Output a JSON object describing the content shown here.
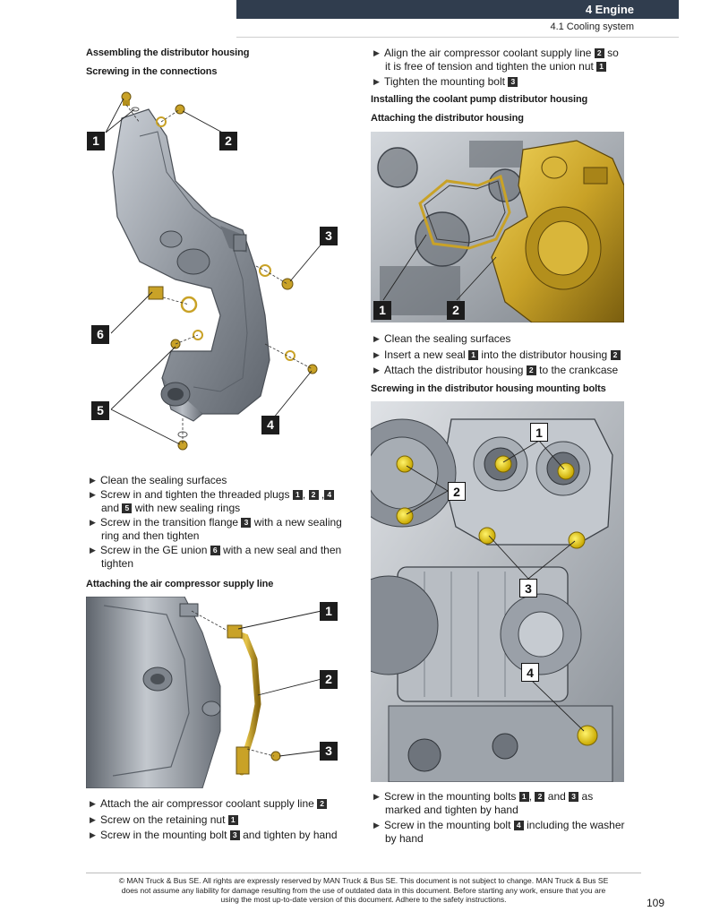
{
  "header": {
    "chapter": "4 Engine",
    "section": "4.1 Cooling system"
  },
  "left": {
    "heading1": "Assembling the distributor housing",
    "heading2": "Screwing in the connections",
    "fig1_callouts": [
      "1",
      "2",
      "3",
      "6",
      "5",
      "4"
    ],
    "steps1": {
      "s1": "Clean the sealing surfaces",
      "s2_a": "Screw in and tighten the threaded plugs",
      "s2_n1": "1",
      "s2_sep1": ",",
      "s2_n2": "2",
      "s2_sep2": ",",
      "s2_n3": "4",
      "s2_b": "and",
      "s2_n4": "5",
      "s2_c": "with new sealing rings",
      "s3_a": "Screw in the transition flange",
      "s3_n": "3",
      "s3_b": "with a new sealing",
      "s3_c": "ring and then tighten",
      "s4_a": "Screw in the GE union",
      "s4_n": "6",
      "s4_b": "with a new seal and then",
      "s4_c": "tighten"
    },
    "heading3": "Attaching the air compressor supply line",
    "fig2_callouts": [
      "1",
      "2",
      "3"
    ],
    "steps2": {
      "s1_a": "Attach the air compressor coolant supply line",
      "s1_n": "2",
      "s2_a": "Screw on the retaining nut",
      "s2_n": "1",
      "s3_a": "Screw in the mounting bolt",
      "s3_n": "3",
      "s3_b": "and tighten by hand"
    }
  },
  "right": {
    "top_steps": {
      "s1_a": "Align the air compressor coolant supply line",
      "s1_n1": "2",
      "s1_b": "so",
      "s1_c": "it is free of tension and tighten the union nut",
      "s1_n2": "1",
      "s2_a": "Tighten the mounting bolt",
      "s2_n": "3"
    },
    "heading1": "Installing the coolant pump distributor housing",
    "heading2": "Attaching the distributor housing",
    "fig3_callouts": [
      "1",
      "2"
    ],
    "steps3": {
      "s1": "Clean the sealing surfaces",
      "s2_a": "Insert a new seal",
      "s2_n1": "1",
      "s2_b": "into the distributor housing",
      "s2_n2": "2",
      "s3_a": "Attach the distributor housing",
      "s3_n": "2",
      "s3_b": "to the crankcase"
    },
    "heading3": "Screwing in the distributor housing mounting bolts",
    "fig4_callouts": [
      "1",
      "2",
      "3",
      "4"
    ],
    "steps4": {
      "s1_a": "Screw in the mounting bolts",
      "s1_n1": "1",
      "s1_sep": ",",
      "s1_n2": "2",
      "s1_b": "and",
      "s1_n3": "3",
      "s1_c": "as",
      "s1_d": "marked and tighten by hand",
      "s2_a": "Screw in the mounting bolt",
      "s2_n": "4",
      "s2_b": "including the washer",
      "s2_c": "by hand"
    }
  },
  "footer": {
    "line1": "© MAN Truck & Bus SE. All rights are expressly reserved by MAN Truck & Bus SE. This document is not subject to change. MAN Truck & Bus SE",
    "line2": "does not assume any liability for damage resulting from the use of outdated data in this document. Before starting any work, ensure that you are",
    "line3": "using the most up-to-date version of this document. Adhere to the safety instructions.",
    "page_number": "109"
  },
  "colors": {
    "header_bar": "#303d4e",
    "brass": "#c9a227",
    "highlight_yellow": "#e6c914",
    "part_grey": "#9aa0a8"
  }
}
